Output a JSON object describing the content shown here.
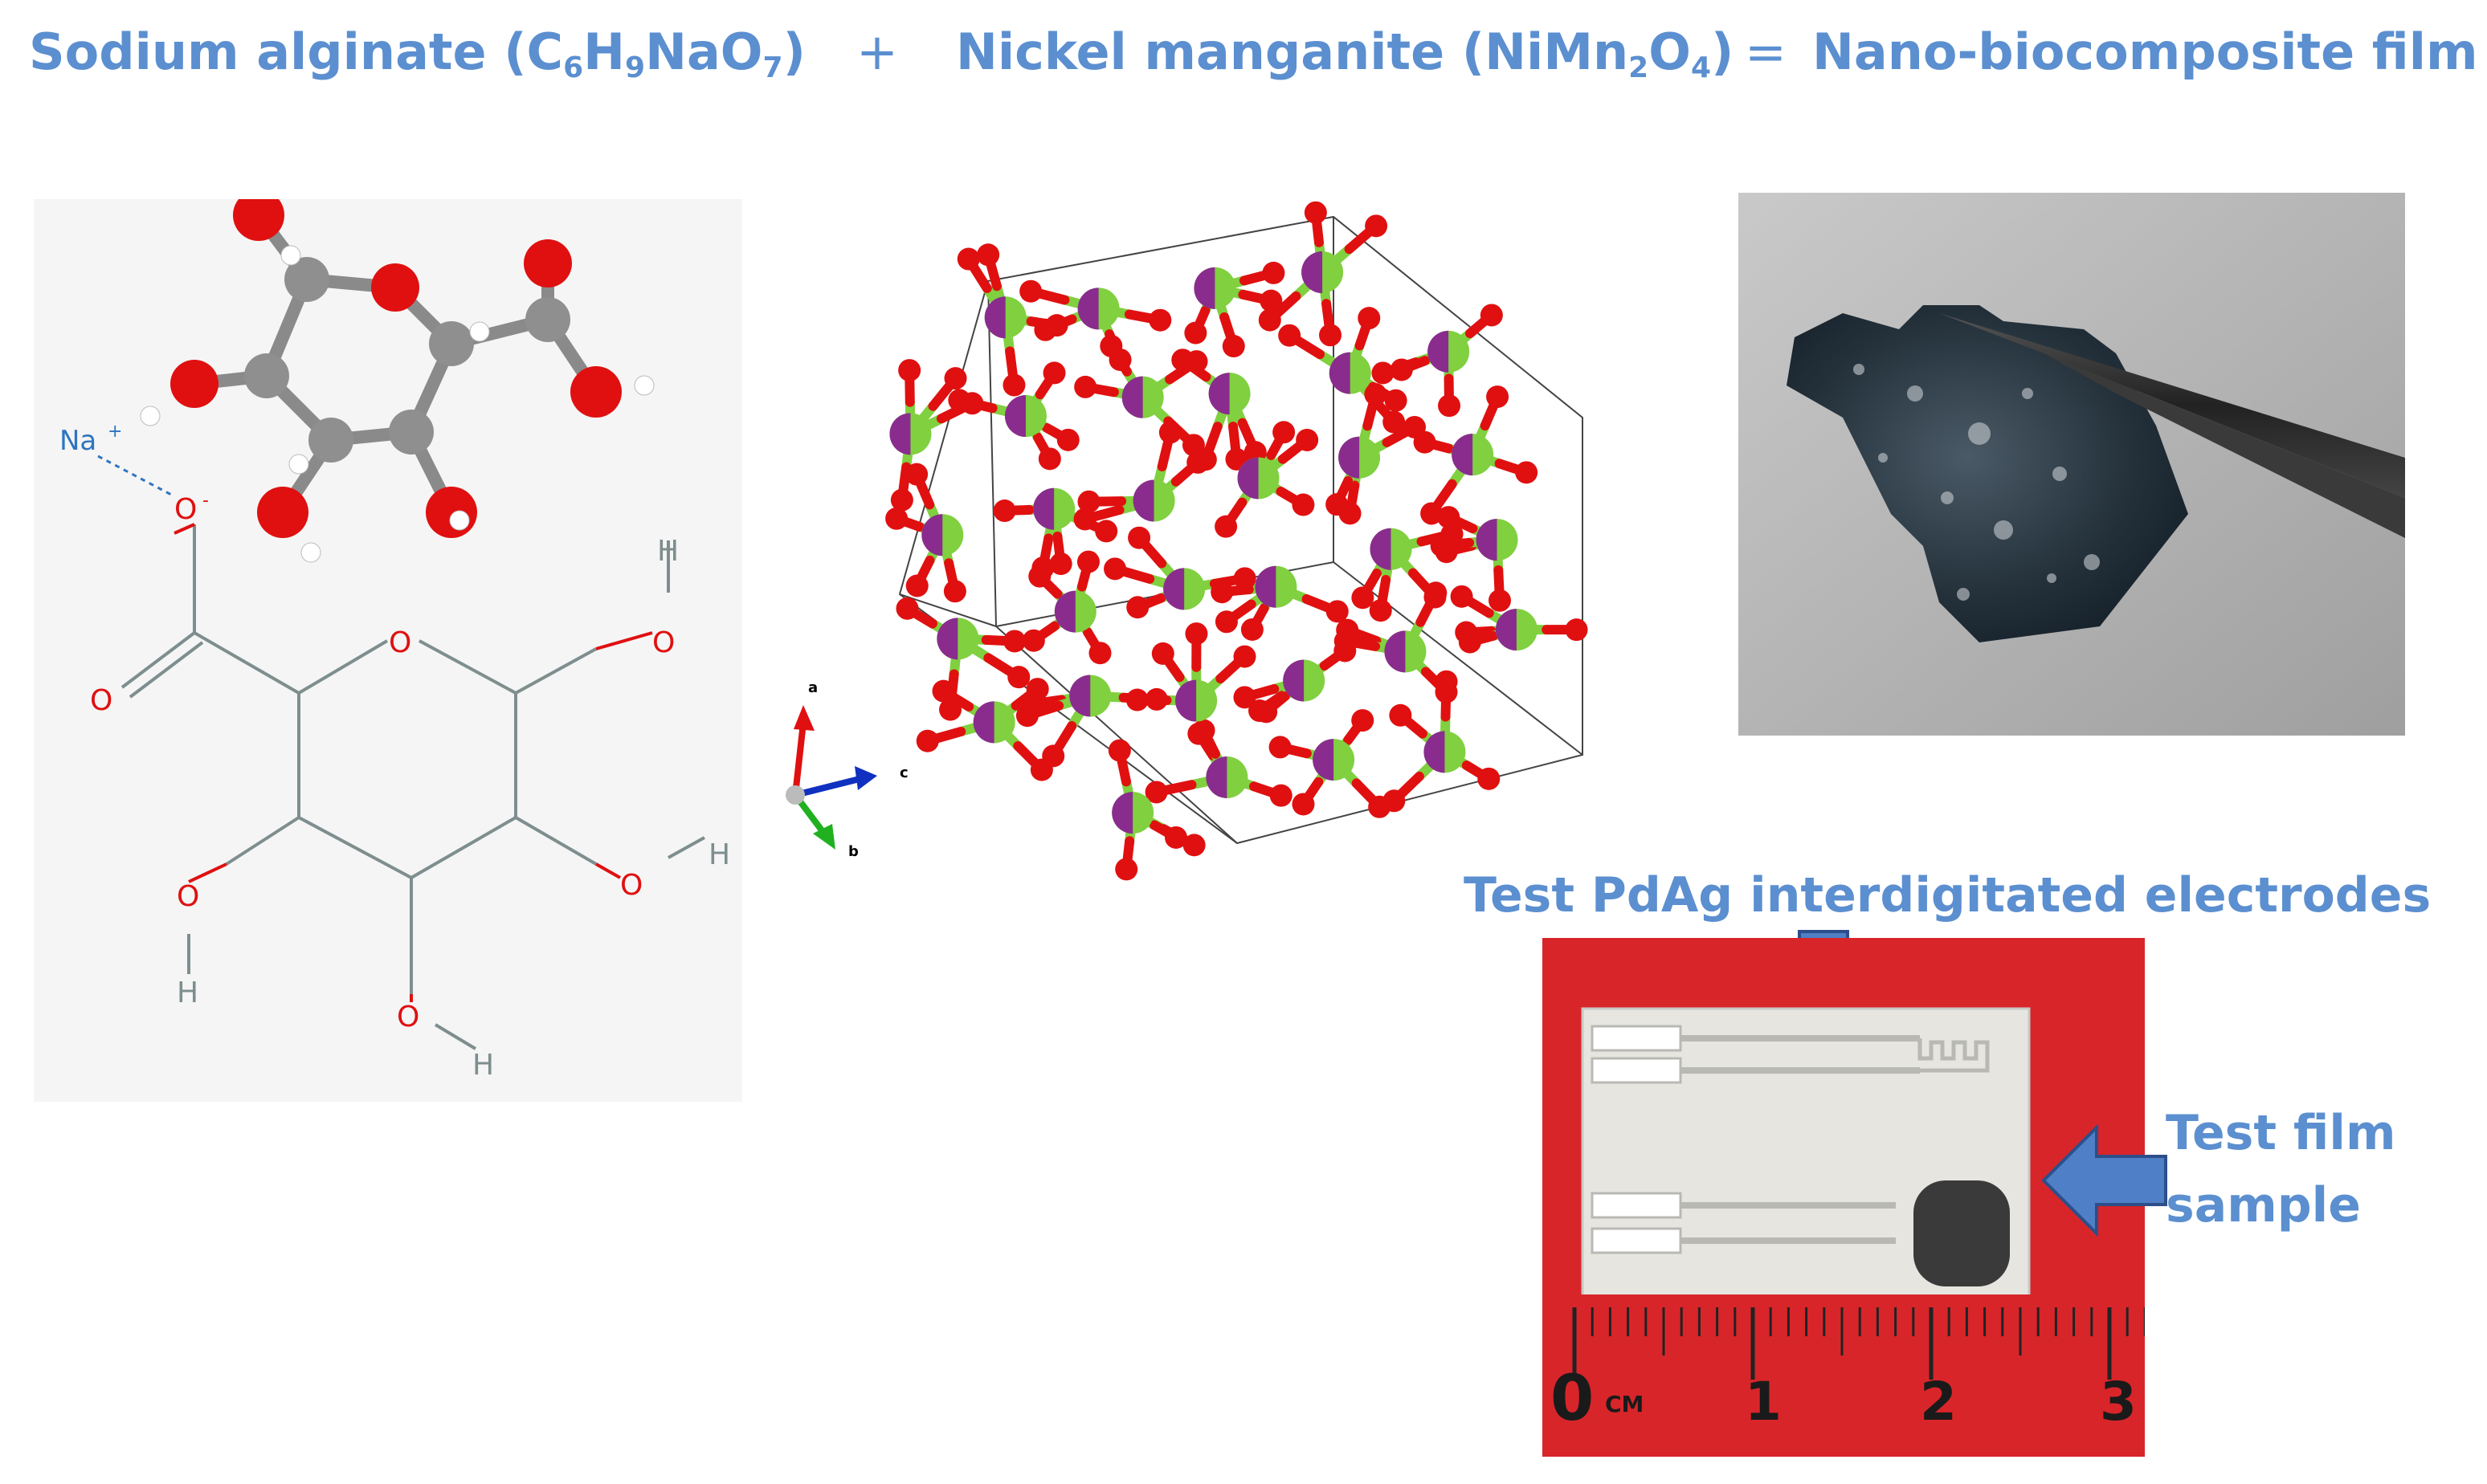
{
  "title": {
    "sodium_alginate": {
      "name": "Sodium alginate",
      "formula": {
        "open": "(",
        "c": "C",
        "c_sub": "6",
        "h": "H",
        "h_sub": "9",
        "rest": "NaO",
        "o_sub": "7",
        "close": ")"
      }
    },
    "plus": "+",
    "nickel_manganite": {
      "name": "Nickel manganite",
      "formula": {
        "open": "(",
        "ni": "NiMn",
        "mn_sub": "2",
        "o": "O",
        "o_sub": "4",
        "close": ")"
      }
    },
    "equals": "=",
    "result": "Nano-biocomposite film"
  },
  "molecule": {
    "na_label": "Na",
    "na_charge": "+",
    "o_minus_label": "O",
    "minus": "-",
    "o_label": "O",
    "h_label": "H"
  },
  "crystal": {
    "axis_a": "a",
    "axis_b": "b",
    "axis_c": "c"
  },
  "electrodes_label": "Test PdAg interdigitated electrodes",
  "film_label_line1": "Test film",
  "film_label_line2": "sample",
  "ruler": {
    "ticks": [
      "0",
      "1",
      "2",
      "3"
    ],
    "unit": "CM"
  },
  "colors": {
    "accent_blue": "#5b8fd0",
    "oxygen_red": "#e01010",
    "bond_green": "#80d040",
    "manganese_purple": "#8a2c8e",
    "ruler_red": "#d8252a"
  }
}
